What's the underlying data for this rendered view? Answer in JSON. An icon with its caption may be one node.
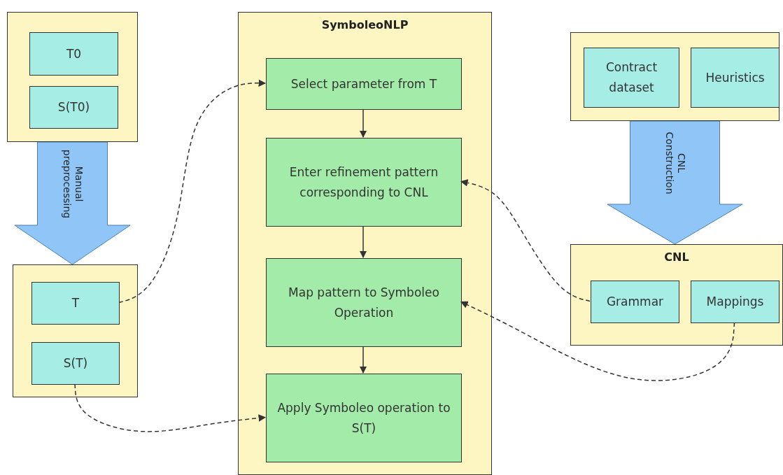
{
  "diagram": {
    "nodes": [
      {
        "text": [],
        "shape": "box"
      },
      {
        "text": [
          "T0"
        ],
        "in": 0
      },
      {
        "text": [
          "S(T0)"
        ],
        "in": 0
      },
      {
        "text": [],
        "shape": "box"
      },
      {
        "text": [
          "T"
        ],
        "in": 3
      },
      {
        "text": [
          "S(T)"
        ],
        "in": 3
      },
      {
        "text": [
          "SymboleoNLP"
        ]
      },
      {
        "text": [
          "Select parameter from T"
        ],
        "in": 6
      },
      {
        "text": [
          "Enter refinement pattern corresponding to CNL"
        ],
        "in": 6
      },
      {
        "text": [
          "Map pattern to Symboleo Operation"
        ],
        "in": 6
      },
      {
        "text": [
          "Apply Symboleo operation to S(T)"
        ],
        "in": 6
      },
      {
        "text": [],
        "shape": "box"
      },
      {
        "text": [
          "Contract dataset"
        ],
        "in": 11
      },
      {
        "text": [
          "Heuristics"
        ],
        "in": 11
      },
      {
        "text": [
          "CNL"
        ]
      },
      {
        "text": [
          "Grammar"
        ],
        "in": 14
      },
      {
        "text": [
          "Mappings"
        ],
        "in": 14
      }
    ],
    "edges": [
      {
        "from": 0,
        "to": 3,
        "arrow": "to",
        "label": "Manual preprocessing",
        "style": "thick",
        "color": "#8fc6f7"
      },
      {
        "from": 11,
        "to": 14,
        "arrow": "to",
        "label": "CNL Construction",
        "style": "thick",
        "color": "#8fc6f7"
      },
      {
        "from": 4,
        "to": 7,
        "arrow": "to",
        "style": "dashed"
      },
      {
        "from": 5,
        "to": 10,
        "arrow": "to",
        "style": "dashed"
      },
      {
        "from": 15,
        "to": 8,
        "arrow": "to",
        "style": "dashed"
      },
      {
        "from": 16,
        "to": 9,
        "arrow": "to",
        "style": "dashed"
      },
      {
        "from": 7,
        "to": 8,
        "arrow": "to"
      },
      {
        "from": 8,
        "to": 9,
        "arrow": "to"
      },
      {
        "from": 9,
        "to": 10,
        "arrow": "to"
      }
    ]
  }
}
